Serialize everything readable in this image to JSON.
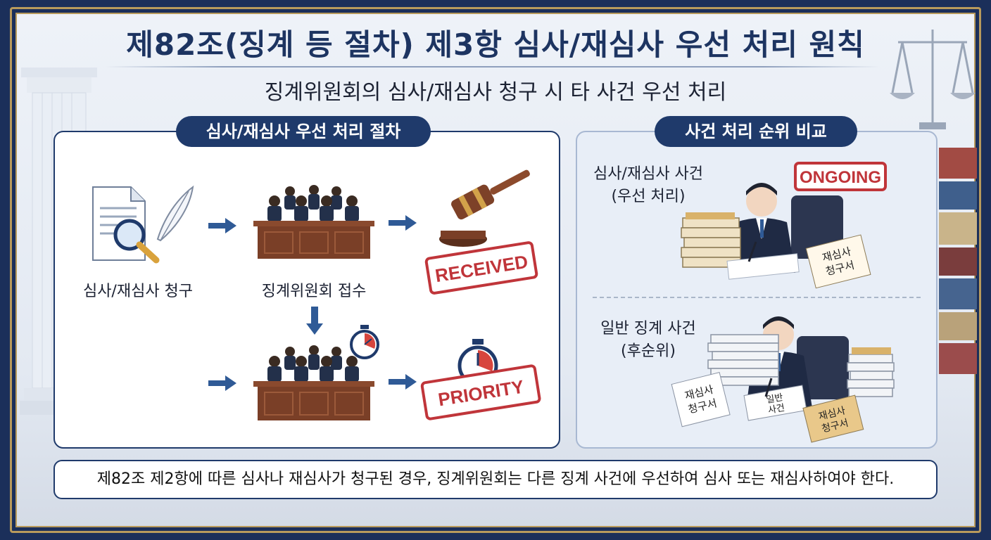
{
  "title": "제82조(징계 등 절차) 제3항 심사/재심사 우선 처리 원칙",
  "subtitle": "징계위원회의 심사/재심사 청구 시 타 사건 우선 처리",
  "left_panel": {
    "heading": "심사/재심사 우선 처리 절차",
    "steps": [
      {
        "label": "심사/재심사 청구",
        "icon": "document-search-icon"
      },
      {
        "label": "징계위원회 접수",
        "icon": "committee-bench-icon"
      }
    ],
    "stamps": {
      "received": "RECEIVED",
      "priority": "PRIORITY"
    }
  },
  "right_panel": {
    "heading": "사건 처리 순위 비교",
    "cases": [
      {
        "line1": "심사/재심사 사건",
        "line2": "(우선 처리)",
        "badge": "ONGOING",
        "doc_text": [
          "재심사",
          "청구서"
        ]
      },
      {
        "line1": "일반 징계 사건",
        "line2": "(후순위)",
        "doc_left": [
          "재심사",
          "청구서"
        ],
        "doc_mid": [
          "일반",
          "사건"
        ],
        "doc_right": [
          "재심사",
          "청구서"
        ]
      }
    ]
  },
  "footer_text": "제82조 제2항에 따른 심사나 재심사가 청구된 경우, 징계위원회는 다른 징계 사건에 우선하여 심사 또는 재심사하여야 한다.",
  "colors": {
    "navy": "#1f3a6b",
    "stamp_red": "#c0353a",
    "gold": "#b89a5c"
  }
}
